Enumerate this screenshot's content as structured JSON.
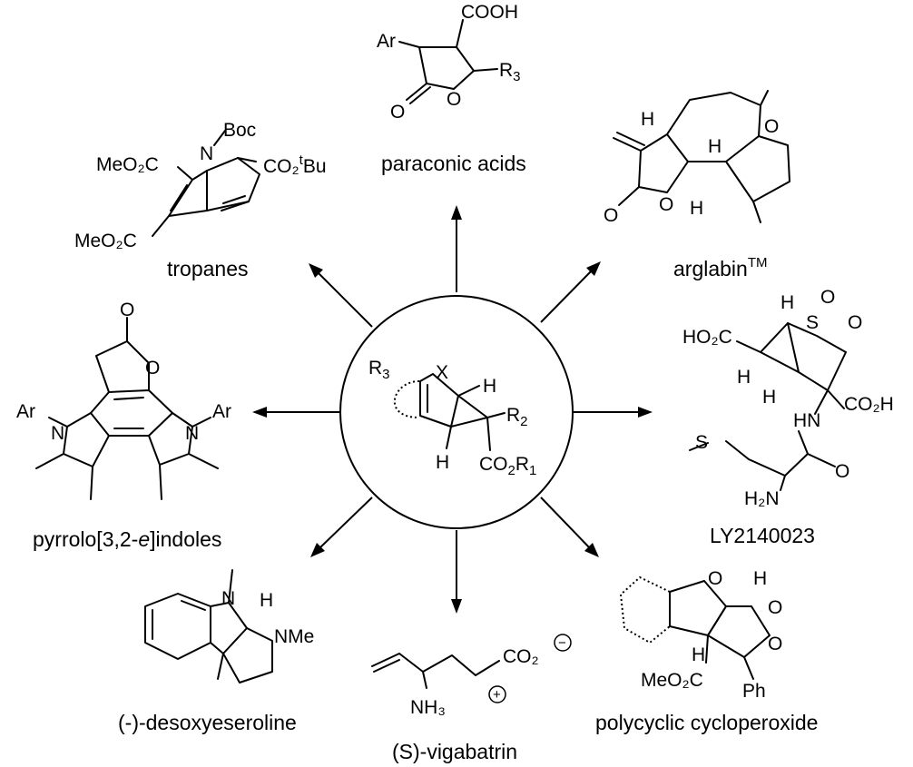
{
  "center": {
    "r_group_3": "R",
    "r_group_3_sub": "3",
    "hetero": "X",
    "h_top": "H",
    "r_group_2": "R",
    "r_group_2_sub": "2",
    "h_bottom": "H",
    "ester": "CO",
    "ester_sub": "2",
    "ester_r": "R",
    "ester_r_sub": "1"
  },
  "compounds": {
    "paraconic": {
      "name": "paraconic acids",
      "ar": "Ar",
      "cooh": "COOH",
      "r3": "R",
      "r3_sub": "3",
      "o_ring": "O",
      "o_carbonyl": "O"
    },
    "arglabin": {
      "name": "arglabin",
      "name_sup": "TM",
      "h1": "H",
      "h2": "H",
      "h3": "H",
      "o_epox": "O",
      "o_ring": "O",
      "o_carbonyl": "O"
    },
    "ly": {
      "name": "LY2140023",
      "h1": "H",
      "h2": "H",
      "h3": "H",
      "s": "S",
      "o1": "O",
      "o2": "O",
      "ho2c": "HO₂C",
      "co2h": "CO₂H",
      "hn": "HN",
      "s_me": "S",
      "o_amide": "O",
      "h2n": "H₂N"
    },
    "cycloperoxide": {
      "name": "polycyclic cycloperoxide",
      "o_furan": "O",
      "h1": "H",
      "o1": "O",
      "o2": "O",
      "h2": "H",
      "meo2c": "MeO₂C",
      "ph": "Ph"
    },
    "vigabatrin": {
      "name": "(S)-vigabatrin",
      "co2": "CO₂",
      "minus": "−",
      "nh3": "NH₃",
      "plus": "+"
    },
    "desoxyeseroline": {
      "name": "(-)-desoxyeseroline",
      "n1": "N",
      "h": "H",
      "nme": "NMe"
    },
    "pyrroloindoles": {
      "name_pre": "pyrrolo[3,2-",
      "name_it": "e",
      "name_post": "]indoles",
      "o1": "O",
      "o2": "O",
      "ar1": "Ar",
      "ar2": "Ar",
      "n1": "N",
      "n2": "N"
    },
    "tropanes": {
      "name": "tropanes",
      "boc": "Boc",
      "n": "N",
      "meo2c_1": "MeO₂C",
      "meo2c_2": "MeO₂C",
      "co2tbu": "CO₂",
      "tbu_sup": "t",
      "tbu": "Bu"
    }
  }
}
